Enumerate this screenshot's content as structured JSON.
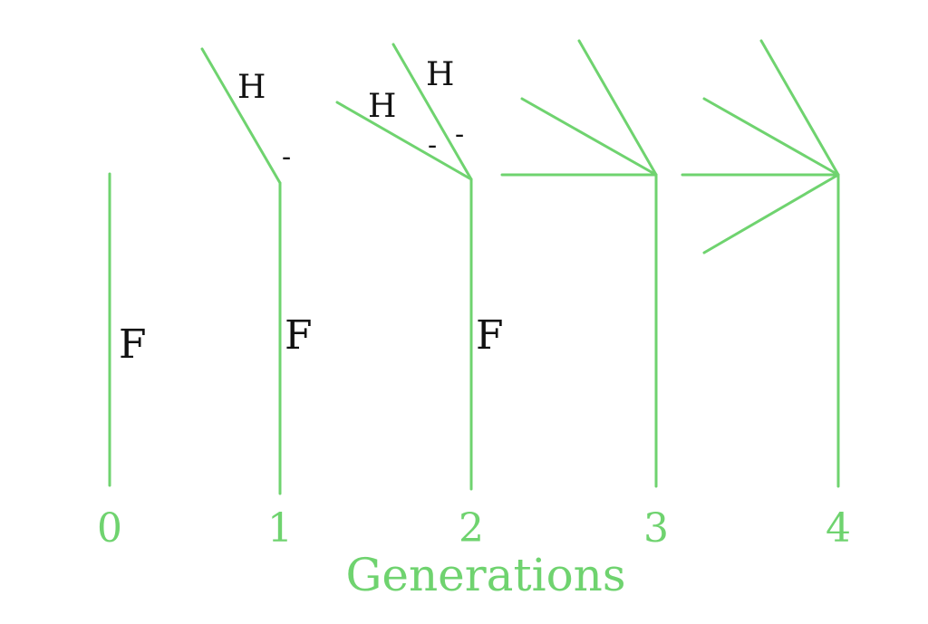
{
  "colors": {
    "branch": "#6fd36f",
    "label": "#111111",
    "axis_text": "#6fd36f"
  },
  "generations": [
    {
      "label": "0",
      "symbols": [
        "F"
      ]
    },
    {
      "label": "1",
      "symbols": [
        "H",
        "-",
        "F"
      ]
    },
    {
      "label": "2",
      "symbols": [
        "H",
        "H",
        "-",
        "-",
        "F"
      ]
    },
    {
      "label": "3",
      "symbols": []
    },
    {
      "label": "4",
      "symbols": []
    }
  ],
  "footer": {
    "caption": "Generations"
  }
}
